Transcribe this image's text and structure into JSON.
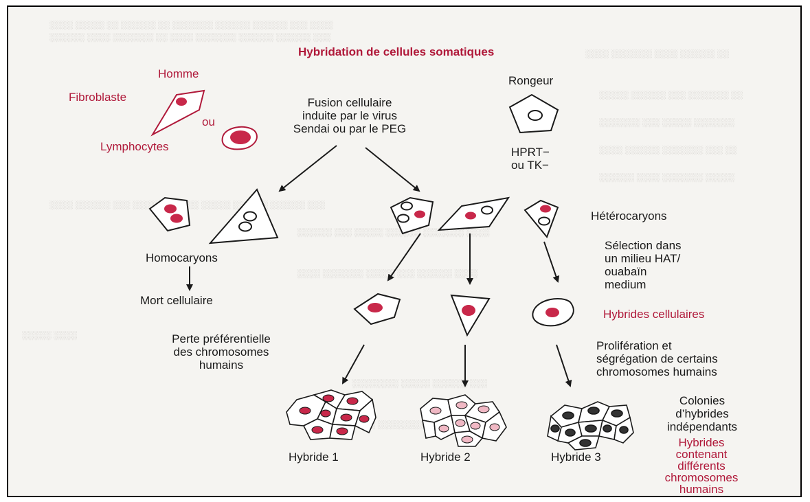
{
  "colors": {
    "accent": "#b0193a",
    "nucleus": "#c8284a",
    "light_nucleus": "#f0b8c4",
    "dark_nucleus": "#333333",
    "ink": "#1a1a1a"
  },
  "title": "Hybridation de cellules somatiques",
  "human": {
    "homme": "Homme",
    "fibroblaste": "Fibroblaste",
    "ou": "ou",
    "lymphocytes": "Lymphocytes"
  },
  "fusion": {
    "line1": "Fusion cellulaire",
    "line2": "induite par le virus",
    "line3": "Sendai ou par le PEG"
  },
  "rodent": {
    "label": "Rongeur",
    "markers_line1": "HPRT−",
    "markers_line2": "ou TK−"
  },
  "homocaryons": {
    "label": "Homocaryons",
    "death": "Mort cellulaire"
  },
  "heterocaryons": {
    "label": "Hétérocaryons",
    "selection_line1": "Sélection dans",
    "selection_line2": "un milieu HAT/",
    "selection_line3": "ouabaïn",
    "selection_line4": "medium"
  },
  "hybrides_cellulaires": "Hybrides cellulaires",
  "loss": {
    "line1": "Perte préférentielle",
    "line2": "des chromosomes",
    "line3": "humains"
  },
  "proliferation": {
    "line1": "Prolifération et",
    "line2": "ségrégation de certains",
    "line3": "chromosomes humains"
  },
  "colonies": {
    "line1": "Colonies",
    "line2": "d’hybrides",
    "line3": "indépendants"
  },
  "hybrids": [
    "Hybride 1",
    "Hybride 2",
    "Hybride 3"
  ],
  "containing": {
    "line1": "Hybrides",
    "line2": "contenant",
    "line3": "différents",
    "line4": "chromosomes",
    "line5": "humains"
  }
}
